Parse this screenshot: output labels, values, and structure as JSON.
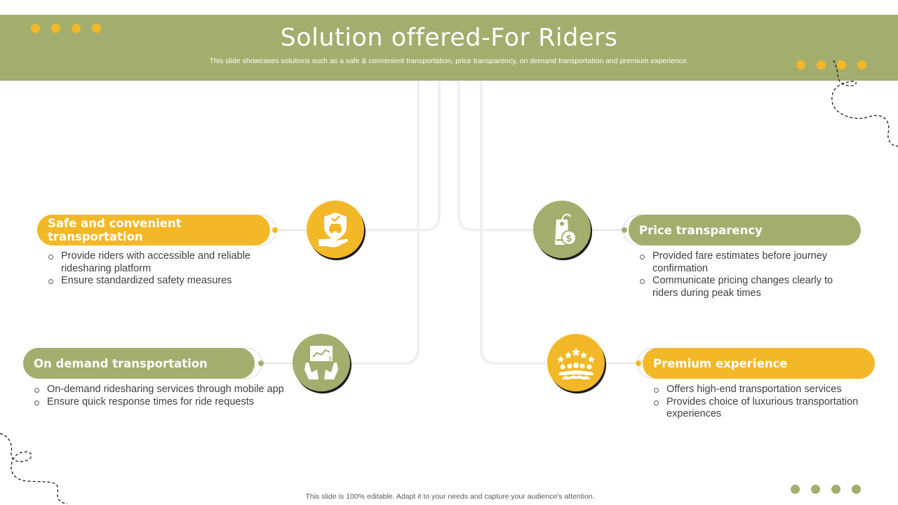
{
  "title": "Solution offered-For Riders",
  "subtitle": "This slide showcases solutions such as a safe & convenient transportation, price transparency, on demand transportation and premium  experience.",
  "footer": "This slide is 100% editable.  Adapt it to your needs and capture your audience's attention.",
  "colors": {
    "olive": "#a3ad6e",
    "yellow": "#f2b827",
    "text": "#404040"
  },
  "cards": [
    {
      "title": "Safe and convenient transportation",
      "color": "yellow",
      "icon": "shield-car-hand-icon",
      "bullets": [
        "Provide riders with accessible and reliable ridesharing platform",
        "Ensure standardized safety measures"
      ]
    },
    {
      "title": "On demand transportation",
      "color": "green",
      "icon": "chart-hands-icon",
      "bullets": [
        "On-demand ridesharing services through mobile app",
        "Ensure quick response times for ride requests"
      ]
    },
    {
      "title": "Price transparency",
      "color": "green",
      "icon": "price-tag-icon",
      "bullets": [
        "Provided fare estimates before journey confirmation",
        "Communicate pricing changes clearly to riders during peak times"
      ]
    },
    {
      "title": "Premium experience",
      "color": "yellow",
      "icon": "star-rating-audience-icon",
      "bullets": [
        "Offers high-end transportation services",
        "Provides choice of luxurious transportation experiences"
      ]
    }
  ]
}
